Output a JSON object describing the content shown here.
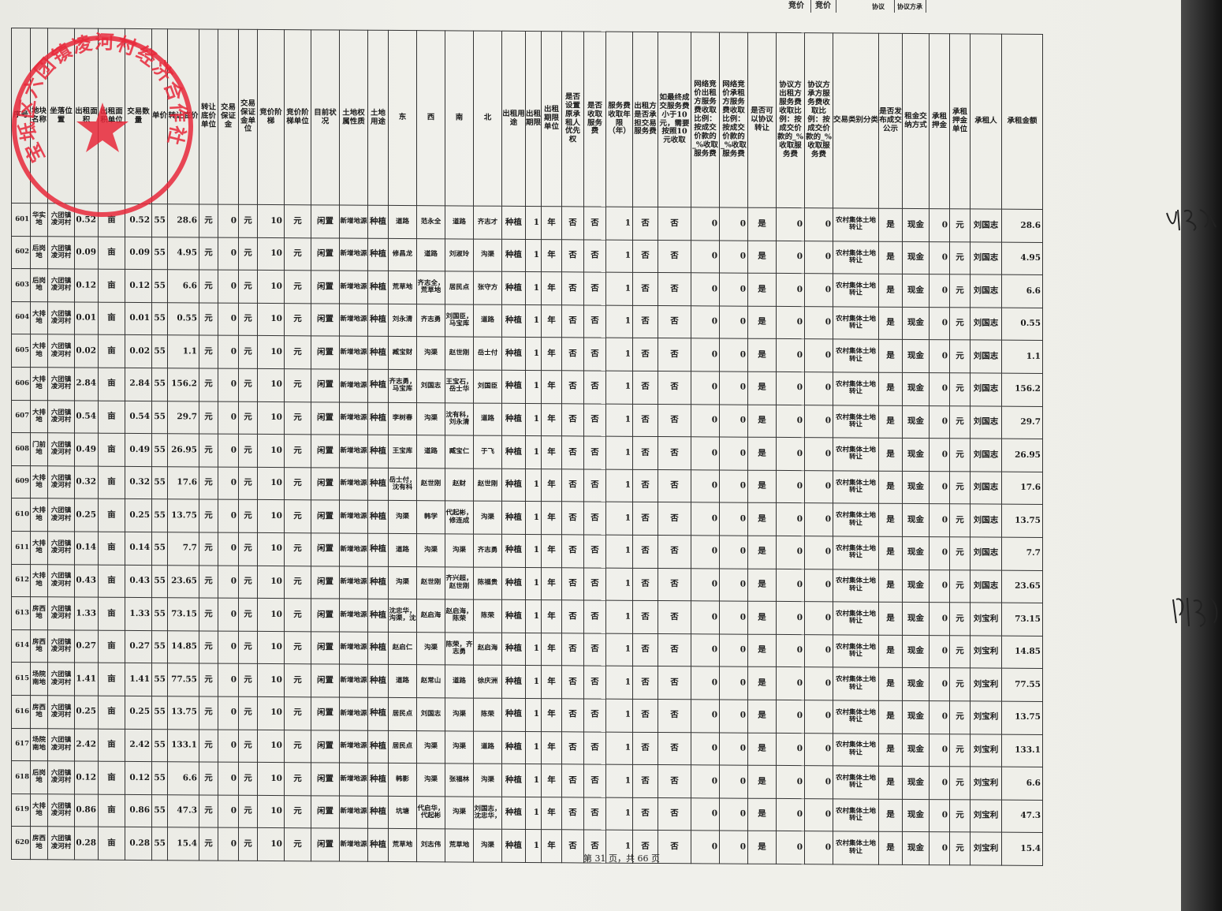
{
  "top_strip": [
    "竞价",
    "竞价",
    "协议",
    "协议方承"
  ],
  "headers": [
    "序号",
    "地块名称",
    "坐落位置",
    "出租面积",
    "出租面积单位",
    "交易数量",
    "单价",
    "转让底价",
    "转让底价单位",
    "交易保证金",
    "交易保证金单位",
    "竞价阶梯",
    "竞价阶梯单位",
    "目前状况",
    "土地权属性质",
    "土地用途",
    "东",
    "西",
    "南",
    "北",
    "出租用途",
    "出租期限",
    "出租期限单位",
    "是否设置原承租人优先权",
    "是否收取服务费",
    "服务费收取年限（年）",
    "出租方是否承担交易服务费",
    "如最终成交服务费小于10元，需要按照10元收取",
    "网络竞价出租方服务费收取比例：按成交价款的_%收取服务费",
    "网络竞价承租方服务费收取比例：按成交价款的_%收取服务费",
    "是否可以协议转让",
    "协议方出租方服务费收取比例：按成交价款的_%收取服务费",
    "协议方承方服务费收取比例：按成交价款的_%收取服务费",
    "交易类别分类",
    "是否发布成交公示",
    "租金交纳方式",
    "承租押金",
    "承租押金单位",
    "承租人",
    "承租金额"
  ],
  "rows": [
    [
      "601",
      "华实地",
      "六团镇凌河村",
      "0.52",
      "亩",
      "0.52",
      "55",
      "28.6",
      "元",
      "0",
      "元",
      "10",
      "元",
      "闲置",
      "新增地源",
      "种植",
      "道路",
      "范永全",
      "道路",
      "齐志才",
      "种植",
      "1",
      "年",
      "否",
      "否",
      "1",
      "否",
      "否",
      "0",
      "0",
      "是",
      "0",
      "0",
      "农村集体土地转让",
      "是",
      "现金",
      "0",
      "元",
      "刘国志",
      "28.6"
    ],
    [
      "602",
      "后岗地",
      "六团镇凌河村",
      "0.09",
      "亩",
      "0.09",
      "55",
      "4.95",
      "元",
      "0",
      "元",
      "10",
      "元",
      "闲置",
      "新增地源",
      "种植",
      "修昌龙",
      "道路",
      "刘淑玲",
      "沟渠",
      "种植",
      "1",
      "年",
      "否",
      "否",
      "1",
      "否",
      "否",
      "0",
      "0",
      "是",
      "0",
      "0",
      "农村集体土地转让",
      "是",
      "现金",
      "0",
      "元",
      "刘国志",
      "4.95"
    ],
    [
      "603",
      "后岗地",
      "六团镇凌河村",
      "0.12",
      "亩",
      "0.12",
      "55",
      "6.6",
      "元",
      "0",
      "元",
      "10",
      "元",
      "闲置",
      "新增地源",
      "种植",
      "荒草地",
      "齐志全，荒草地",
      "居民点",
      "张守方",
      "种植",
      "1",
      "年",
      "否",
      "否",
      "1",
      "否",
      "否",
      "0",
      "0",
      "是",
      "0",
      "0",
      "农村集体土地转让",
      "是",
      "现金",
      "0",
      "元",
      "刘国志",
      "6.6"
    ],
    [
      "604",
      "大排地",
      "六团镇凌河村",
      "0.01",
      "亩",
      "0.01",
      "55",
      "0.55",
      "元",
      "0",
      "元",
      "10",
      "元",
      "闲置",
      "新增地源",
      "种植",
      "刘永清",
      "齐志勇",
      "刘国臣，马宝库",
      "道路",
      "种植",
      "1",
      "年",
      "否",
      "否",
      "1",
      "否",
      "否",
      "0",
      "0",
      "是",
      "0",
      "0",
      "农村集体土地转让",
      "是",
      "现金",
      "0",
      "元",
      "刘国志",
      "0.55"
    ],
    [
      "605",
      "大排地",
      "六团镇凌河村",
      "0.02",
      "亩",
      "0.02",
      "55",
      "1.1",
      "元",
      "0",
      "元",
      "10",
      "元",
      "闲置",
      "新增地源",
      "种植",
      "臧宝财",
      "沟渠",
      "赵世刚",
      "岳士付",
      "种植",
      "1",
      "年",
      "否",
      "否",
      "1",
      "否",
      "否",
      "0",
      "0",
      "是",
      "0",
      "0",
      "农村集体土地转让",
      "是",
      "现金",
      "0",
      "元",
      "刘国志",
      "1.1"
    ],
    [
      "606",
      "大排地",
      "六团镇凌河村",
      "2.84",
      "亩",
      "2.84",
      "55",
      "156.2",
      "元",
      "0",
      "元",
      "10",
      "元",
      "闲置",
      "新增地源",
      "种植",
      "齐志勇，马宝库",
      "刘国志",
      "王宝石，岳士华",
      "刘国臣",
      "种植",
      "1",
      "年",
      "否",
      "否",
      "1",
      "否",
      "否",
      "0",
      "0",
      "是",
      "0",
      "0",
      "农村集体土地转让",
      "是",
      "现金",
      "0",
      "元",
      "刘国志",
      "156.2"
    ],
    [
      "607",
      "大排地",
      "六团镇凌河村",
      "0.54",
      "亩",
      "0.54",
      "55",
      "29.7",
      "元",
      "0",
      "元",
      "10",
      "元",
      "闲置",
      "新增地源",
      "种植",
      "李树春",
      "沟渠",
      "沈有科，刘永清",
      "道路",
      "种植",
      "1",
      "年",
      "否",
      "否",
      "1",
      "否",
      "否",
      "0",
      "0",
      "是",
      "0",
      "0",
      "农村集体土地转让",
      "是",
      "现金",
      "0",
      "元",
      "刘国志",
      "29.7"
    ],
    [
      "608",
      "门前地",
      "六团镇凌河村",
      "0.49",
      "亩",
      "0.49",
      "55",
      "26.95",
      "元",
      "0",
      "元",
      "10",
      "元",
      "闲置",
      "新增地源",
      "种植",
      "王宝库",
      "道路",
      "臧宝仁",
      "于飞",
      "种植",
      "1",
      "年",
      "否",
      "否",
      "1",
      "否",
      "否",
      "0",
      "0",
      "是",
      "0",
      "0",
      "农村集体土地转让",
      "是",
      "现金",
      "0",
      "元",
      "刘国志",
      "26.95"
    ],
    [
      "609",
      "大排地",
      "六团镇凌河村",
      "0.32",
      "亩",
      "0.32",
      "55",
      "17.6",
      "元",
      "0",
      "元",
      "10",
      "元",
      "闲置",
      "新增地源",
      "种植",
      "岳士付，沈有科",
      "赵世刚",
      "赵财",
      "赵世刚",
      "种植",
      "1",
      "年",
      "否",
      "否",
      "1",
      "否",
      "否",
      "0",
      "0",
      "是",
      "0",
      "0",
      "农村集体土地转让",
      "是",
      "现金",
      "0",
      "元",
      "刘国志",
      "17.6"
    ],
    [
      "610",
      "大排地",
      "六团镇凌河村",
      "0.25",
      "亩",
      "0.25",
      "55",
      "13.75",
      "元",
      "0",
      "元",
      "10",
      "元",
      "闲置",
      "新增地源",
      "种植",
      "沟渠",
      "韩学",
      "代起彬，修连成",
      "沟渠",
      "种植",
      "1",
      "年",
      "否",
      "否",
      "1",
      "否",
      "否",
      "0",
      "0",
      "是",
      "0",
      "0",
      "农村集体土地转让",
      "是",
      "现金",
      "0",
      "元",
      "刘国志",
      "13.75"
    ],
    [
      "611",
      "大排地",
      "六团镇凌河村",
      "0.14",
      "亩",
      "0.14",
      "55",
      "7.7",
      "元",
      "0",
      "元",
      "10",
      "元",
      "闲置",
      "新增地源",
      "种植",
      "道路",
      "沟渠",
      "沟渠",
      "齐志勇",
      "种植",
      "1",
      "年",
      "否",
      "否",
      "1",
      "否",
      "否",
      "0",
      "0",
      "是",
      "0",
      "0",
      "农村集体土地转让",
      "是",
      "现金",
      "0",
      "元",
      "刘国志",
      "7.7"
    ],
    [
      "612",
      "大排地",
      "六团镇凌河村",
      "0.43",
      "亩",
      "0.43",
      "55",
      "23.65",
      "元",
      "0",
      "元",
      "10",
      "元",
      "闲置",
      "新增地源",
      "种植",
      "沟渠",
      "赵世刚",
      "齐兴超，赵世刚",
      "陈福贵",
      "种植",
      "1",
      "年",
      "否",
      "否",
      "1",
      "否",
      "否",
      "0",
      "0",
      "是",
      "0",
      "0",
      "农村集体土地转让",
      "是",
      "现金",
      "0",
      "元",
      "刘国志",
      "23.65"
    ],
    [
      "613",
      "房西地",
      "六团镇凌河村",
      "1.33",
      "亩",
      "1.33",
      "55",
      "73.15",
      "元",
      "0",
      "元",
      "10",
      "元",
      "闲置",
      "新增地源",
      "种植",
      "沈忠华，沟渠，沈",
      "赵启海",
      "赵启海，陈荣",
      "陈荣",
      "种植",
      "1",
      "年",
      "否",
      "否",
      "1",
      "否",
      "否",
      "0",
      "0",
      "是",
      "0",
      "0",
      "农村集体土地转让",
      "是",
      "现金",
      "0",
      "元",
      "刘宝利",
      "73.15"
    ],
    [
      "614",
      "房西地",
      "六团镇凌河村",
      "0.27",
      "亩",
      "0.27",
      "55",
      "14.85",
      "元",
      "0",
      "元",
      "10",
      "元",
      "闲置",
      "新增地源",
      "种植",
      "赵启仁",
      "沟渠",
      "陈荣，齐志勇",
      "赵启海",
      "种植",
      "1",
      "年",
      "否",
      "否",
      "1",
      "否",
      "否",
      "0",
      "0",
      "是",
      "0",
      "0",
      "农村集体土地转让",
      "是",
      "现金",
      "0",
      "元",
      "刘宝利",
      "14.85"
    ],
    [
      "615",
      "场院南地",
      "六团镇凌河村",
      "1.41",
      "亩",
      "1.41",
      "55",
      "77.55",
      "元",
      "0",
      "元",
      "10",
      "元",
      "闲置",
      "新增地源",
      "种植",
      "道路",
      "赵常山",
      "道路",
      "徐庆洲",
      "种植",
      "1",
      "年",
      "否",
      "否",
      "1",
      "否",
      "否",
      "0",
      "0",
      "是",
      "0",
      "0",
      "农村集体土地转让",
      "是",
      "现金",
      "0",
      "元",
      "刘宝利",
      "77.55"
    ],
    [
      "616",
      "房西地",
      "六团镇凌河村",
      "0.25",
      "亩",
      "0.25",
      "55",
      "13.75",
      "元",
      "0",
      "元",
      "10",
      "元",
      "闲置",
      "新增地源",
      "种植",
      "居民点",
      "刘国志",
      "沟渠",
      "陈荣",
      "种植",
      "1",
      "年",
      "否",
      "否",
      "1",
      "否",
      "否",
      "0",
      "0",
      "是",
      "0",
      "0",
      "农村集体土地转让",
      "是",
      "现金",
      "0",
      "元",
      "刘宝利",
      "13.75"
    ],
    [
      "617",
      "场院南地",
      "六团镇凌河村",
      "2.42",
      "亩",
      "2.42",
      "55",
      "133.1",
      "元",
      "0",
      "元",
      "10",
      "元",
      "闲置",
      "新增地源",
      "种植",
      "居民点",
      "沟渠",
      "沟渠",
      "道路",
      "种植",
      "1",
      "年",
      "否",
      "否",
      "1",
      "否",
      "否",
      "0",
      "0",
      "是",
      "0",
      "0",
      "农村集体土地转让",
      "是",
      "现金",
      "0",
      "元",
      "刘宝利",
      "133.1"
    ],
    [
      "618",
      "后岗地",
      "六团镇凌河村",
      "0.12",
      "亩",
      "0.12",
      "55",
      "6.6",
      "元",
      "0",
      "元",
      "10",
      "元",
      "闲置",
      "新增地源",
      "种植",
      "韩影",
      "沟渠",
      "张福林",
      "沟渠",
      "种植",
      "1",
      "年",
      "否",
      "否",
      "1",
      "否",
      "否",
      "0",
      "0",
      "是",
      "0",
      "0",
      "农村集体土地转让",
      "是",
      "现金",
      "0",
      "元",
      "刘宝利",
      "6.6"
    ],
    [
      "619",
      "大排地",
      "六团镇凌河村",
      "0.86",
      "亩",
      "0.86",
      "55",
      "47.3",
      "元",
      "0",
      "元",
      "10",
      "元",
      "闲置",
      "新增地源",
      "种植",
      "坑塘",
      "代启华，代起彬",
      "沟渠",
      "刘国志，沈忠华，",
      "种植",
      "1",
      "年",
      "否",
      "否",
      "1",
      "否",
      "否",
      "0",
      "0",
      "是",
      "0",
      "0",
      "农村集体土地转让",
      "是",
      "现金",
      "0",
      "元",
      "刘宝利",
      "47.3"
    ],
    [
      "620",
      "房西地",
      "六团镇凌河村",
      "0.28",
      "亩",
      "0.28",
      "55",
      "15.4",
      "元",
      "0",
      "元",
      "10",
      "元",
      "闲置",
      "新增地源",
      "种植",
      "荒草地",
      "刘志伟",
      "荒草地",
      "沟渠",
      "种植",
      "1",
      "年",
      "否",
      "否",
      "1",
      "否",
      "否",
      "0",
      "0",
      "是",
      "0",
      "0",
      "农村集体土地转让",
      "是",
      "现金",
      "0",
      "元",
      "刘宝利",
      "15.4"
    ]
  ],
  "footer": "第 31 页，共 66 页",
  "stamp_text": "宝坻区六团镇凌河村经济合作社",
  "signatures": [
    "刘国志",
    "刘宝利"
  ],
  "colors": {
    "stamp_red": "#e8283a",
    "ink": "#1a1a1a"
  }
}
